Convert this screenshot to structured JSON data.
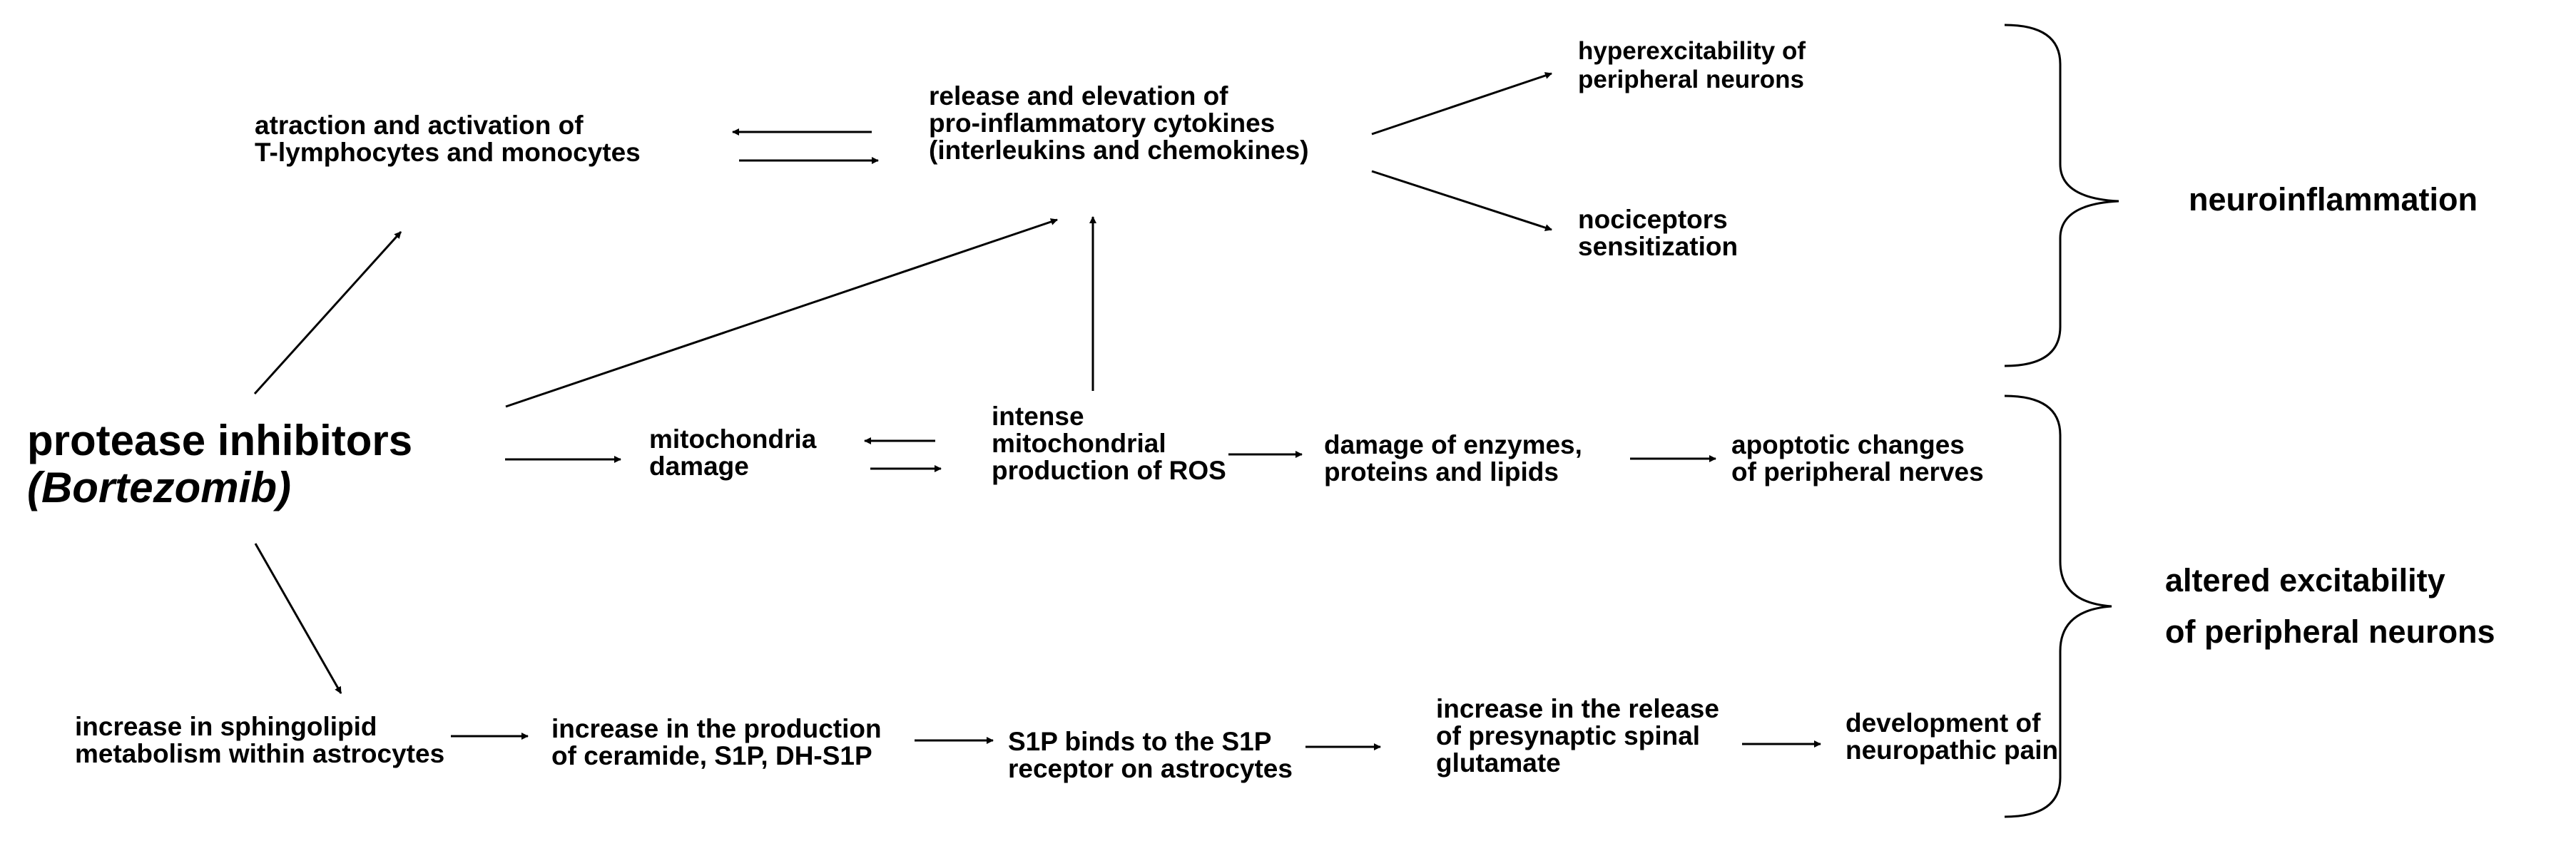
{
  "diagram": {
    "source": {
      "line1": "protease inhibitors",
      "line2": "(Bortezomib)"
    },
    "nodes": {
      "tlymph": {
        "line1": "atraction and activation of",
        "line2": "T-lymphocytes and monocytes"
      },
      "cytokines": {
        "line1": "release and elevation of",
        "line2": "pro-inflammatory cytokines",
        "line3": "(interleukins and chemokines)"
      },
      "hyperexc": {
        "line1": "hyperexcitability of",
        "line2": "peripheral neurons"
      },
      "nocicept": {
        "line1": "nociceptors",
        "line2": "sensitization"
      },
      "mito": {
        "line1": "mitochondria",
        "line2": "damage"
      },
      "ros": {
        "line1": "intense",
        "line2": "mitochondrial",
        "line3": "production of ROS"
      },
      "enzymes": {
        "line1": "damage of enzymes,",
        "line2": "proteins and lipids"
      },
      "apoptotic": {
        "line1": "apoptotic changes",
        "line2": "of peripheral nerves"
      },
      "sphingo": {
        "line1": "increase in sphingolipid",
        "line2": "metabolism within astrocytes"
      },
      "ceramide": {
        "line1": "increase in the production",
        "line2": "of ceramide, S1P, DH-S1P"
      },
      "s1p": {
        "line1": "S1P binds to the S1P",
        "line2": "receptor on astrocytes"
      },
      "glutamate": {
        "line1": "increase in the release",
        "line2": "of presynaptic spinal",
        "line3": "glutamate"
      },
      "pain": {
        "line1": "development of",
        "line2": "neuropathic pain"
      }
    },
    "groups": {
      "neuroinflammation": {
        "line1": "neuroinflammation"
      },
      "altered": {
        "line1": "altered excitability",
        "line2": "of peripheral neurons"
      }
    }
  }
}
